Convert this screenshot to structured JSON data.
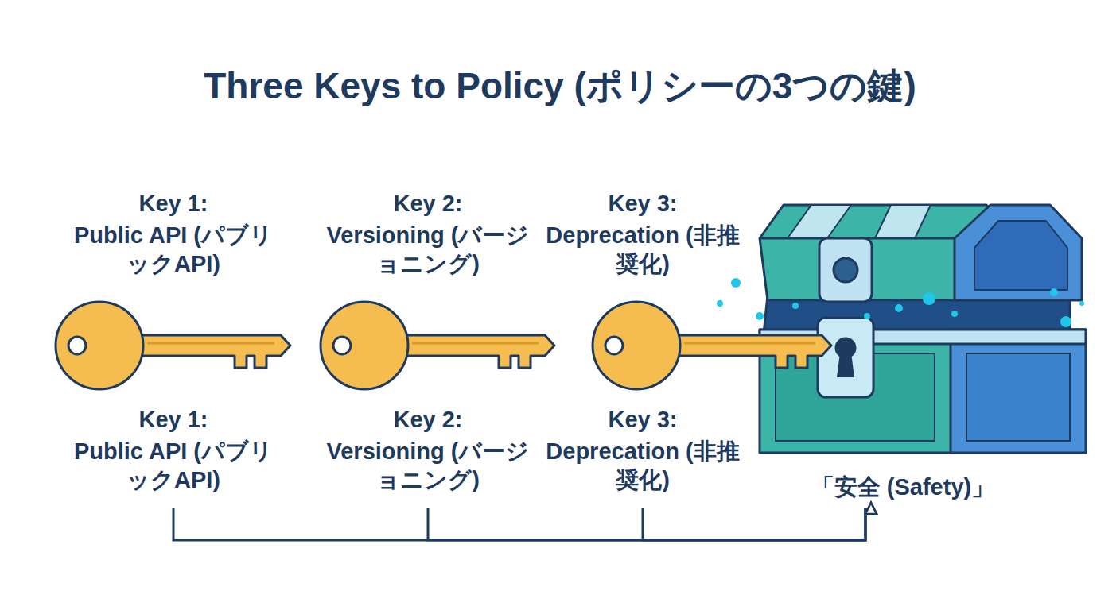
{
  "diagram": {
    "title": "Three Keys to Policy (ポリシーの3つの鍵)",
    "nodes": [
      {
        "text": [
          "Key 1:",
          "Public API (パブリックAPI)",
          "Key 1:",
          "Public API (パブリックAPI)"
        ]
      },
      {
        "text": [
          "Key 2:",
          "Versioning (バージョニング)",
          "Key 2:",
          "Versioning (バージョニング)"
        ]
      },
      {
        "text": [
          "Key 3:",
          "Deprecation (非推奨化)",
          "Key 3:",
          "Deprecation (非推奨化)"
        ]
      },
      {
        "text": [
          "「安全 (Safety)」"
        ]
      }
    ],
    "edges": [
      {
        "from": 0,
        "to": 3,
        "arrow": "to"
      },
      {
        "from": 1,
        "to": 3,
        "arrow": "to"
      },
      {
        "from": 2,
        "to": 3,
        "arrow": "to"
      }
    ]
  }
}
